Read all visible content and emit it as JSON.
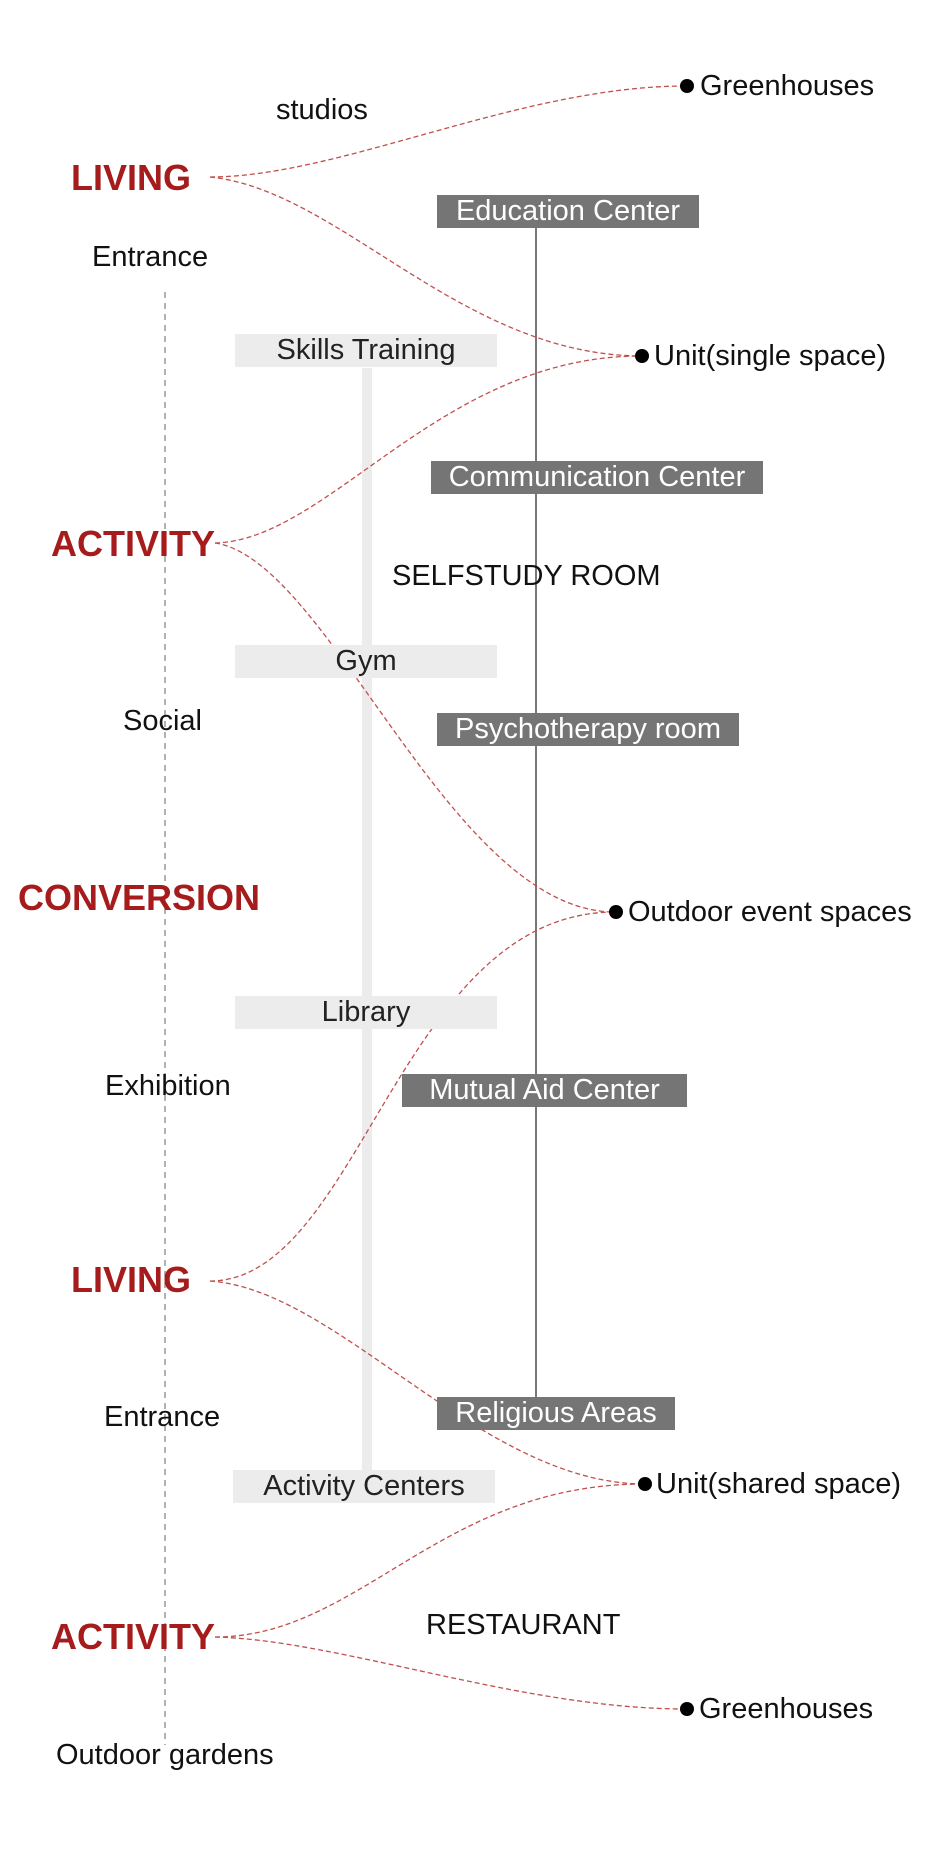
{
  "categories": {
    "living_top": "LIVING",
    "activity_top": "ACTIVITY",
    "conversion": "CONVERSION",
    "living_bottom": "LIVING",
    "activity_bottom": "ACTIVITY"
  },
  "left_spaces": {
    "studios": "studios",
    "entrance_top": "Entrance",
    "social": "Social",
    "exhibition": "Exhibition",
    "entrance_bottom": "Entrance",
    "outdoor_gardens": "Outdoor gardens"
  },
  "light_boxes": {
    "skills_training": "Skills Training",
    "gym": "Gym",
    "library": "Library",
    "activity_centers": "Activity Centers"
  },
  "dark_boxes": {
    "education_center": "Education Center",
    "communication_center": "Communication Center",
    "psychotherapy_room": "Psychotherapy room",
    "mutual_aid_center": "Mutual Aid Center",
    "religious_areas": "Religious Areas"
  },
  "center_labels": {
    "selfstudy_room": "SELFSTUDY ROOM",
    "restaurant": "RESTAURANT"
  },
  "endpoints": {
    "greenhouses_top": "Greenhouses",
    "unit_single": "Unit(single space)",
    "outdoor_event": "Outdoor event spaces",
    "unit_shared": "Unit(shared space)",
    "greenhouses_bottom": "Greenhouses"
  },
  "colors": {
    "category_red": "#a61c1c",
    "connector_red": "#c0504d",
    "dark_box": "#757575",
    "light_box": "#ececec"
  }
}
